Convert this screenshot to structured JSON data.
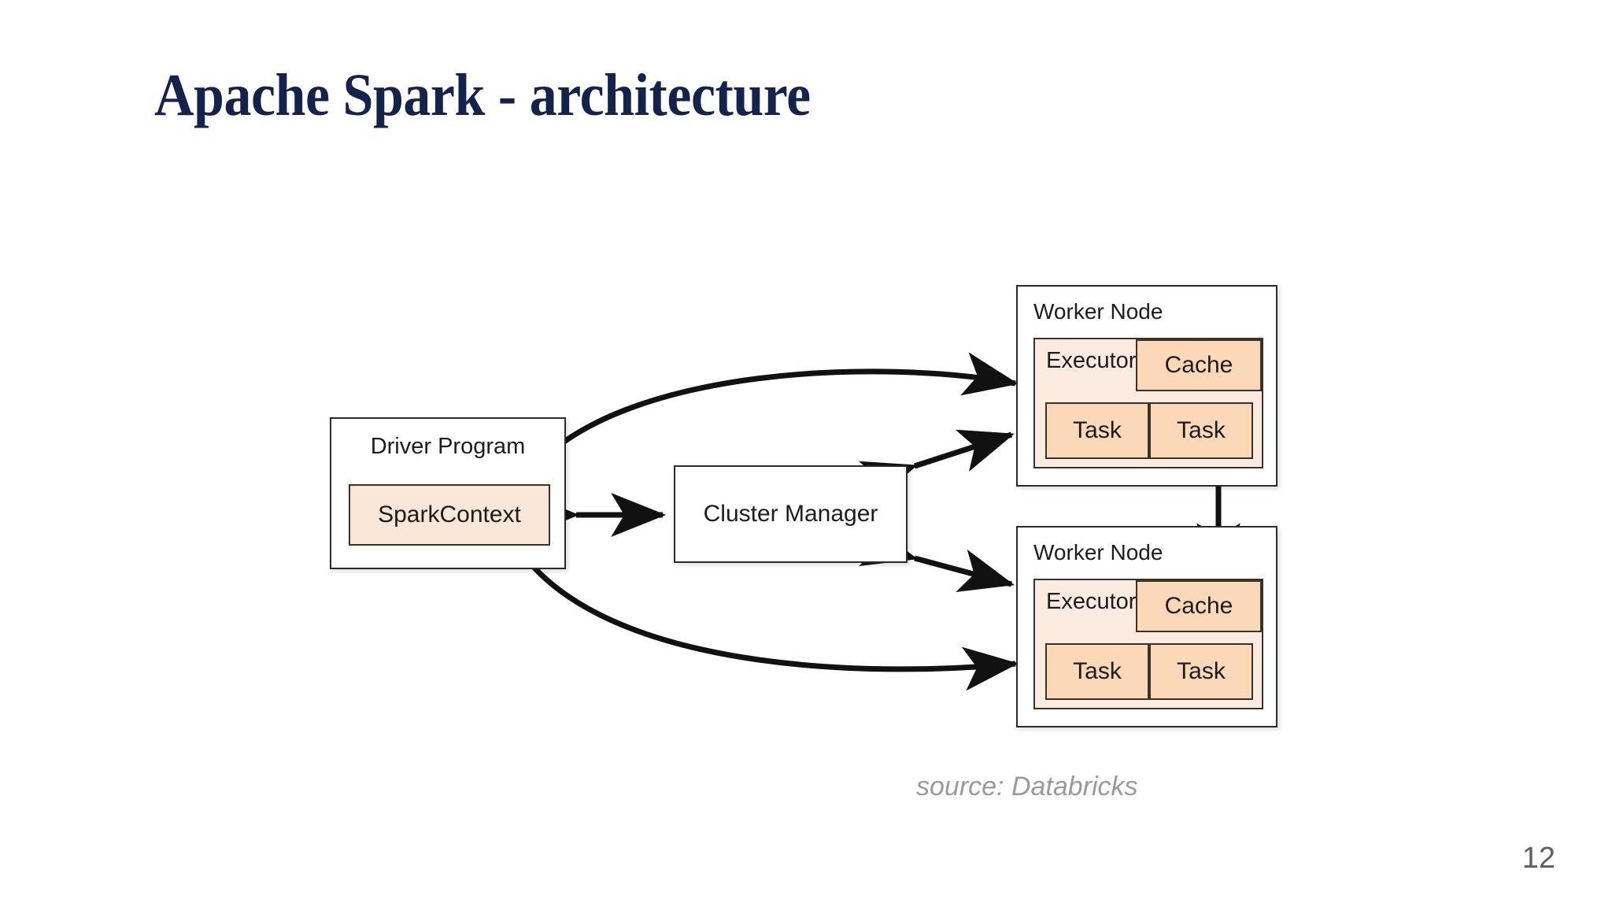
{
  "slide": {
    "title": "Apache Spark - architecture",
    "title_color": "#13234c",
    "page_number": "12",
    "source_caption": "source: Databricks",
    "background_color": "#ffffff"
  },
  "diagram": {
    "type": "architecture-block-diagram",
    "palette": {
      "box_border": "#2b2b2b",
      "inner_border": "#3b3227",
      "spark_context_fill": "#fae7d7",
      "executor_fill": "#fcebe0",
      "cache_fill": "#fbd9b8",
      "task_fill": "#fbd9b8",
      "arrow_color": "#111111",
      "box_fill": "#ffffff"
    },
    "driver": {
      "title": "Driver Program",
      "context_label": "SparkContext"
    },
    "cluster_manager": {
      "label": "Cluster Manager"
    },
    "worker_nodes": [
      {
        "title": "Worker Node",
        "executor_label": "Executor",
        "cache_label": "Cache",
        "tasks": [
          "Task",
          "Task"
        ]
      },
      {
        "title": "Worker Node",
        "executor_label": "Executor",
        "cache_label": "Cache",
        "tasks": [
          "Task",
          "Task"
        ]
      }
    ],
    "connections": [
      {
        "from": "SparkContext",
        "to": "Cluster Manager",
        "style": "double-arrow-straight"
      },
      {
        "from": "SparkContext",
        "to": "Worker Node 1 Executor",
        "style": "double-arrow-curved"
      },
      {
        "from": "SparkContext",
        "to": "Worker Node 2 Executor",
        "style": "double-arrow-curved"
      },
      {
        "from": "Cluster Manager",
        "to": "Worker Node 1",
        "style": "double-arrow-straight"
      },
      {
        "from": "Cluster Manager",
        "to": "Worker Node 2",
        "style": "double-arrow-straight"
      },
      {
        "from": "Worker Node 1",
        "to": "Worker Node 2",
        "style": "double-arrow-vertical"
      }
    ]
  }
}
